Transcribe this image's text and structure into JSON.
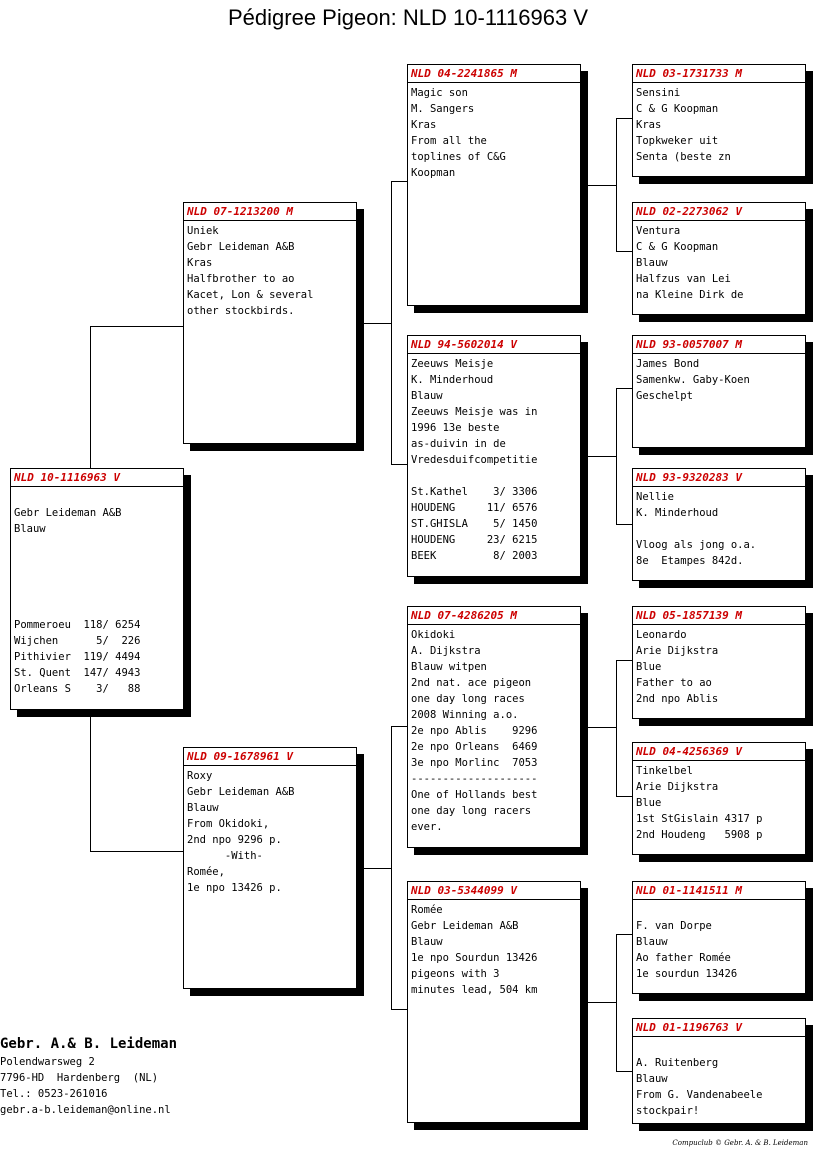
{
  "title": "Pédigree Pigeon: NLD 10-1116963 V",
  "birds": {
    "subject": {
      "ring": "NLD 10-1116963 V",
      "lines": [
        "",
        "Gebr Leideman A&B",
        "Blauw",
        "",
        "",
        "",
        "",
        "",
        "Pommeroeu  118/ 6254",
        "Wijchen      5/  226",
        "Pithivier  119/ 4494",
        "St. Quent  147/ 4943",
        "Orleans S    3/   88"
      ]
    },
    "sire": {
      "ring": "NLD 07-1213200 M",
      "lines": [
        "Uniek",
        "Gebr Leideman A&B",
        "Kras",
        "Halfbrother to ao",
        "Kacet, Lon & several",
        "other stockbirds."
      ]
    },
    "dam": {
      "ring": "NLD 09-1678961 V",
      "lines": [
        "Roxy",
        "Gebr Leideman A&B",
        "Blauw",
        "From Okidoki,",
        "2nd npo 9296 p.",
        "      -With-",
        "Romée,",
        "1e npo 13426 p."
      ]
    },
    "ss": {
      "ring": "NLD 04-2241865 M",
      "lines": [
        "Magic son",
        "M. Sangers",
        "Kras",
        "From all the",
        "toplines of C&G",
        "Koopman"
      ]
    },
    "sd": {
      "ring": "NLD 94-5602014 V",
      "lines": [
        "Zeeuws Meisje",
        "K. Minderhoud",
        "Blauw",
        "Zeeuws Meisje was in",
        "1996 13e beste",
        "as-duivin in de",
        "Vredesduifcompetitie",
        "",
        "St.Kathel    3/ 3306",
        "HOUDENG     11/ 6576",
        "ST.GHISLA    5/ 1450",
        "HOUDENG     23/ 6215",
        "BEEK         8/ 2003"
      ]
    },
    "ds": {
      "ring": "NLD 07-4286205 M",
      "lines": [
        "Okidoki",
        "A. Dijkstra",
        "Blauw witpen",
        "2nd nat. ace pigeon",
        "one day long races",
        "2008 Winning a.o.",
        "2e npo Ablis    9296",
        "2e npo Orleans  6469",
        "3e npo Morlinc  7053",
        "--------------------",
        "One of Hollands best",
        "one day long racers",
        "ever."
      ]
    },
    "dd": {
      "ring": "NLD 03-5344099 V",
      "lines": [
        "Romée",
        "Gebr Leideman A&B",
        "Blauw",
        "1e npo Sourdun 13426",
        "pigeons with 3",
        "minutes lead, 504 km"
      ]
    },
    "sss": {
      "ring": "NLD 03-1731733 M",
      "lines": [
        "Sensini",
        "C & G Koopman",
        "Kras",
        "Topkweker uit",
        "Senta (beste zn"
      ]
    },
    "ssd": {
      "ring": "NLD 02-2273062 V",
      "lines": [
        "Ventura",
        "C & G Koopman",
        "Blauw",
        "Halfzus van Lei",
        "na Kleine Dirk de"
      ]
    },
    "sds": {
      "ring": "NLD 93-0057007 M",
      "lines": [
        "James Bond",
        "Samenkw. Gaby-Koen",
        "Geschelpt"
      ]
    },
    "sdd": {
      "ring": "NLD 93-9320283 V",
      "lines": [
        "Nellie",
        "K. Minderhoud",
        "",
        "Vloog als jong o.a.",
        "8e  Etampes 842d."
      ]
    },
    "dss": {
      "ring": "NLD 05-1857139 M",
      "lines": [
        "Leonardo",
        "Arie Dijkstra",
        "Blue",
        "Father to ao",
        "2nd npo Ablis"
      ]
    },
    "dsd": {
      "ring": "NLD 04-4256369 V",
      "lines": [
        "Tinkelbel",
        "Arie Dijkstra",
        "Blue",
        "1st StGislain 4317 p",
        "2nd Houdeng   5908 p"
      ]
    },
    "dds": {
      "ring": "NLD 01-1141511 M",
      "lines": [
        "",
        "F. van Dorpe",
        "Blauw",
        "Ao father Romée",
        "1e sourdun 13426"
      ]
    },
    "ddd": {
      "ring": "NLD 01-1196763 V",
      "lines": [
        "",
        "A. Ruitenberg",
        "Blauw",
        "From G. Vandenabeele",
        "stockpair!"
      ]
    }
  },
  "breeder": {
    "name": "Gebr. A.& B. Leideman",
    "lines": [
      "Polendwarsweg 2",
      "7796-HD  Hardenberg  (NL)",
      "Tel.: 0523-261016",
      "gebr.a-b.leideman@online.nl"
    ]
  },
  "footer": "Compuclub © Gebr. A. & B. Leideman"
}
